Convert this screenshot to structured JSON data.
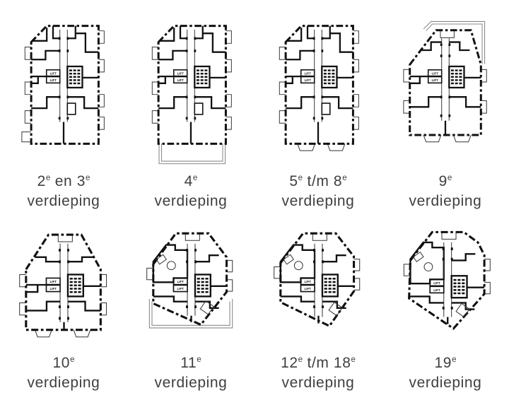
{
  "colors": {
    "wall": "#111111",
    "highlight": "#a9bebe",
    "label_text": "#3f3f3f",
    "background": "#ffffff"
  },
  "lift_label": "LIFT",
  "plans": [
    {
      "id": "2-3",
      "label_line1": "2e en 3e",
      "label_line2": "verdieping",
      "highlighted": false
    },
    {
      "id": "4",
      "label_line1": "4e",
      "label_line2": "verdieping",
      "highlighted": false
    },
    {
      "id": "5-8",
      "label_line1": "5e t/m 8e",
      "label_line2": "verdieping",
      "highlighted": false
    },
    {
      "id": "9",
      "label_line1": "9e",
      "label_line2": "verdieping",
      "highlighted": false
    },
    {
      "id": "10",
      "label_line1": "10e",
      "label_line2": "verdieping",
      "highlighted": false
    },
    {
      "id": "11",
      "label_line1": "11e",
      "label_line2": "verdieping",
      "highlighted": true
    },
    {
      "id": "12-18",
      "label_line1": "12e t/m 18e",
      "label_line2": "verdieping",
      "highlighted": true
    },
    {
      "id": "19",
      "label_line1": "19e",
      "label_line2": "verdieping",
      "highlighted": true
    }
  ]
}
